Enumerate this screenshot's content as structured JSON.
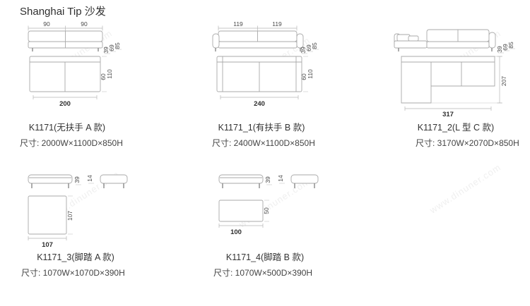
{
  "title": "Shanghai Tip 沙发",
  "watermark": "www.dinuner.com",
  "products": [
    {
      "name": "K1171(无扶手 A 款)",
      "size": "尺寸: 2000W×1100D×850H",
      "front": {
        "w1": "90",
        "w2": "90",
        "h1": "39",
        "h2": "69",
        "h3": "85"
      },
      "plan": {
        "d1": "60",
        "d2": "110",
        "w": "200"
      }
    },
    {
      "name": "K1171_1(有扶手 B 款)",
      "size": "尺寸: 2400W×1100D×850H",
      "front": {
        "w1": "119",
        "w2": "119",
        "h1": "39",
        "h2": "69",
        "h3": "85"
      },
      "plan": {
        "d1": "60",
        "d2": "110",
        "w": "240"
      }
    },
    {
      "name": "K1171_2(L 型 C 款)",
      "size": "尺寸: 3170W×2070D×850H",
      "front": {
        "h1": "39",
        "h2": "69",
        "h3": "85"
      },
      "plan": {
        "d": "207",
        "w": "317"
      }
    },
    {
      "name": "K1171_3(脚踏 A 款)",
      "size": "尺寸: 1070W×1070D×390H",
      "front": {
        "h": "39",
        "side_h": "14"
      },
      "plan": {
        "d": "107",
        "w": "107"
      }
    },
    {
      "name": "K1171_4(脚踏 B 款)",
      "size": "尺寸: 1070W×500D×390H",
      "front": {
        "h": "39",
        "side_h": "14"
      },
      "plan": {
        "d": "50",
        "w": "100"
      }
    }
  ]
}
